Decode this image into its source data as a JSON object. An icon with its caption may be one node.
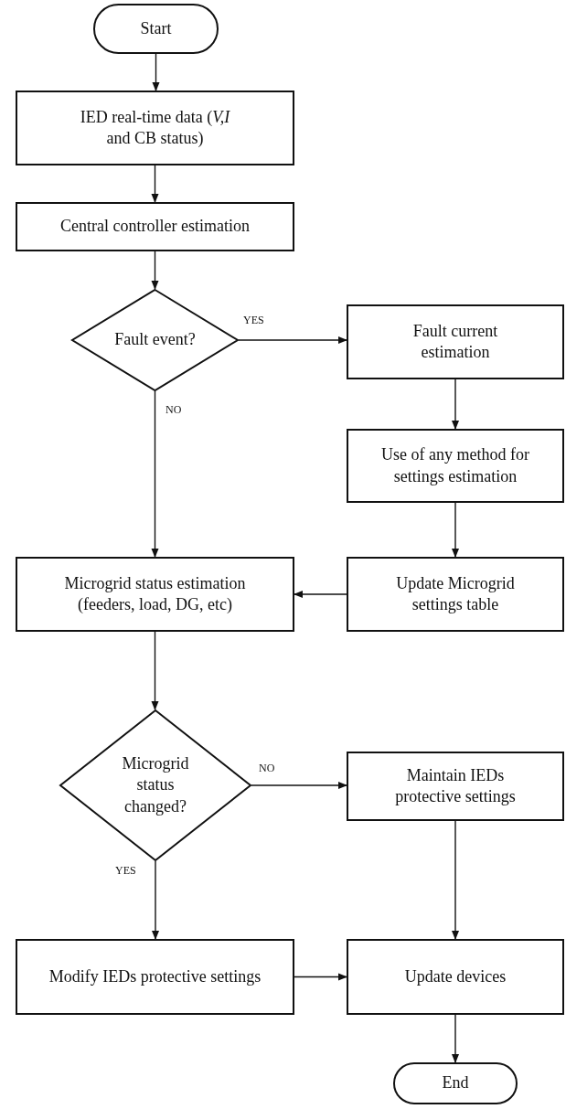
{
  "diagram": {
    "nodes": [
      {
        "text": [
          "Start"
        ]
      },
      {
        "text": [
          "IED real-time data (*V,I* and CB status)"
        ]
      },
      {
        "text": [
          "Central controller estimation"
        ]
      },
      {
        "text": [
          "Fault event?"
        ]
      },
      {
        "text": [
          "Fault current estimation"
        ]
      },
      {
        "text": [
          "Use of any method for settings estimation"
        ]
      },
      {
        "text": [
          "Microgrid status estimation (feeders, load, DG, etc)"
        ]
      },
      {
        "text": [
          "Update Microgrid settings table"
        ]
      },
      {
        "text": [
          "Microgrid status changed?"
        ]
      },
      {
        "text": [
          "Maintain IEDs protective settings"
        ]
      },
      {
        "text": [
          "Modify IEDs protective settings"
        ]
      },
      {
        "text": [
          "Update devices"
        ]
      },
      {
        "text": [
          "End"
        ]
      }
    ],
    "edges": [
      {
        "from": 0,
        "to": 1,
        "arrow": "to"
      },
      {
        "from": 1,
        "to": 2,
        "arrow": "to"
      },
      {
        "from": 2,
        "to": 3,
        "arrow": "to"
      },
      {
        "from": 3,
        "to": 4,
        "arrow": "to",
        "label": "YES"
      },
      {
        "from": 3,
        "to": 6,
        "arrow": "to",
        "label": "NO"
      },
      {
        "from": 4,
        "to": 5,
        "arrow": "to"
      },
      {
        "from": 5,
        "to": 7,
        "arrow": "to"
      },
      {
        "from": 7,
        "to": 6,
        "arrow": "to"
      },
      {
        "from": 6,
        "to": 8,
        "arrow": "to"
      },
      {
        "from": 8,
        "to": 9,
        "arrow": "to",
        "label": "NO"
      },
      {
        "from": 8,
        "to": 10,
        "arrow": "to",
        "label": "YES"
      },
      {
        "from": 9,
        "to": 11,
        "arrow": "to"
      },
      {
        "from": 10,
        "to": 11,
        "arrow": "to"
      },
      {
        "from": 11,
        "to": 12,
        "arrow": "to"
      }
    ]
  }
}
